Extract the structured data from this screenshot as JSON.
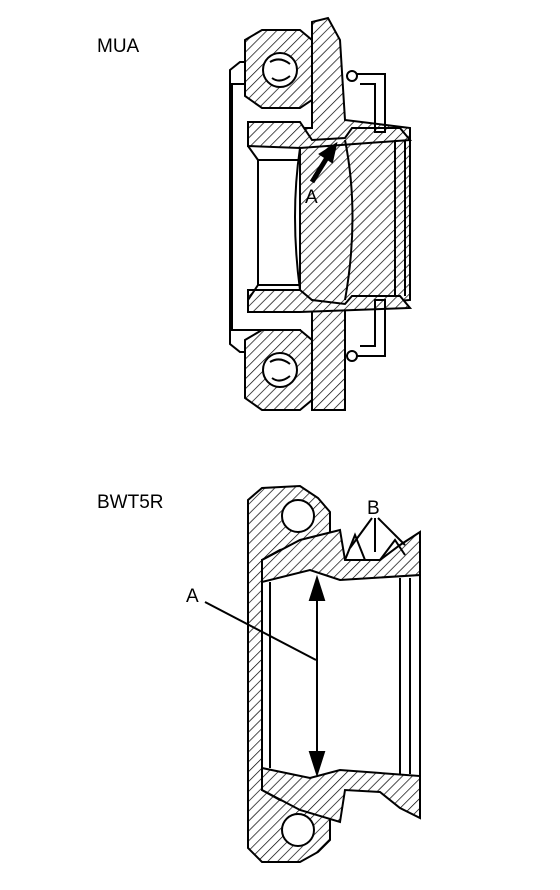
{
  "diagrams": [
    {
      "title": "MUA",
      "callouts": [
        {
          "label": "A"
        }
      ]
    },
    {
      "title": "BWT5R",
      "callouts": [
        {
          "label": "A"
        },
        {
          "label": "B"
        }
      ]
    }
  ]
}
